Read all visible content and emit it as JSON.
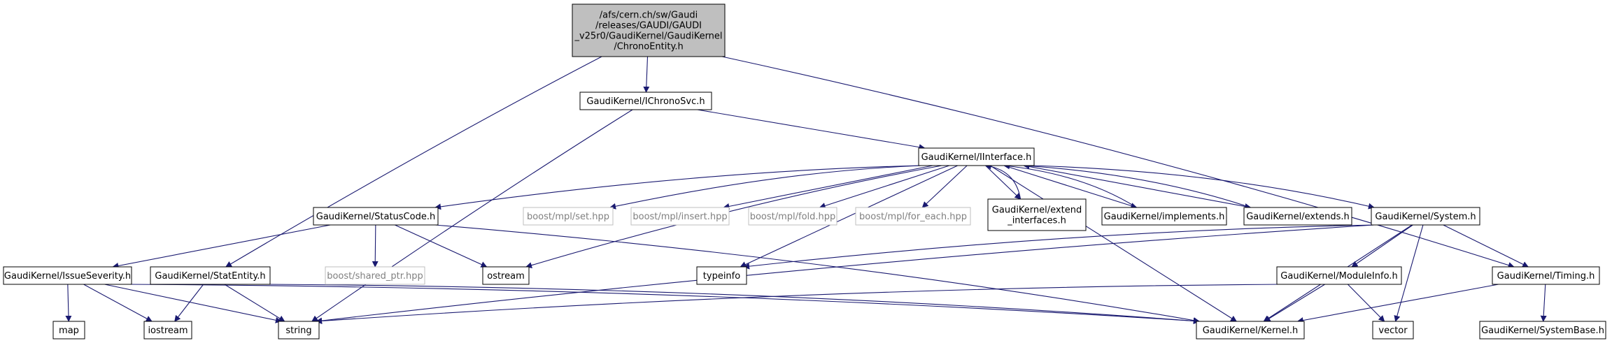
{
  "nodes": [
    {
      "id": "root",
      "lines": [
        "/afs/cern.ch/sw/Gaudi",
        "/releases/GAUDI/GAUDI",
        "_v25r0/GaudiKernel/GaudiKernel",
        "/ChronoEntity.h"
      ],
      "style": "root"
    },
    {
      "id": "ichronosvc",
      "lines": [
        "GaudiKernel/IChronoSvc.h"
      ],
      "style": "normal"
    },
    {
      "id": "iinterface",
      "lines": [
        "GaudiKernel/IInterface.h"
      ],
      "style": "normal"
    },
    {
      "id": "statuscode",
      "lines": [
        "GaudiKernel/StatusCode.h"
      ],
      "style": "normal"
    },
    {
      "id": "mplset",
      "lines": [
        "boost/mpl/set.hpp"
      ],
      "style": "external"
    },
    {
      "id": "mplinsert",
      "lines": [
        "boost/mpl/insert.hpp"
      ],
      "style": "external"
    },
    {
      "id": "mplfold",
      "lines": [
        "boost/mpl/fold.hpp"
      ],
      "style": "external"
    },
    {
      "id": "mplforeach",
      "lines": [
        "boost/mpl/for_each.hpp"
      ],
      "style": "external"
    },
    {
      "id": "extendinterfaces",
      "lines": [
        "GaudiKernel/extend",
        "_interfaces.h"
      ],
      "style": "normal"
    },
    {
      "id": "implements",
      "lines": [
        "GaudiKernel/implements.h"
      ],
      "style": "normal"
    },
    {
      "id": "extends",
      "lines": [
        "GaudiKernel/extends.h"
      ],
      "style": "normal"
    },
    {
      "id": "system",
      "lines": [
        "GaudiKernel/System.h"
      ],
      "style": "normal"
    },
    {
      "id": "issueseverity",
      "lines": [
        "GaudiKernel/IssueSeverity.h"
      ],
      "style": "normal"
    },
    {
      "id": "statentity",
      "lines": [
        "GaudiKernel/StatEntity.h"
      ],
      "style": "normal"
    },
    {
      "id": "sharedptr",
      "lines": [
        "boost/shared_ptr.hpp"
      ],
      "style": "external"
    },
    {
      "id": "ostream",
      "lines": [
        "ostream"
      ],
      "style": "normal"
    },
    {
      "id": "typeinfo",
      "lines": [
        "typeinfo"
      ],
      "style": "normal"
    },
    {
      "id": "moduleinfo",
      "lines": [
        "GaudiKernel/ModuleInfo.h"
      ],
      "style": "normal"
    },
    {
      "id": "timing",
      "lines": [
        "GaudiKernel/Timing.h"
      ],
      "style": "normal"
    },
    {
      "id": "map",
      "lines": [
        "map"
      ],
      "style": "normal"
    },
    {
      "id": "iostream",
      "lines": [
        "iostream"
      ],
      "style": "normal"
    },
    {
      "id": "string",
      "lines": [
        "string"
      ],
      "style": "normal"
    },
    {
      "id": "kernel",
      "lines": [
        "GaudiKernel/Kernel.h"
      ],
      "style": "normal"
    },
    {
      "id": "vector",
      "lines": [
        "vector"
      ],
      "style": "normal"
    },
    {
      "id": "systembase",
      "lines": [
        "GaudiKernel/SystemBase.h"
      ],
      "style": "normal"
    }
  ],
  "edges": [
    [
      "root",
      "ichronosvc"
    ],
    [
      "root",
      "statentity"
    ],
    [
      "root",
      "timing"
    ],
    [
      "ichronosvc",
      "iinterface"
    ],
    [
      "ichronosvc",
      "string"
    ],
    [
      "iinterface",
      "statuscode"
    ],
    [
      "iinterface",
      "mplset"
    ],
    [
      "iinterface",
      "mplinsert"
    ],
    [
      "iinterface",
      "mplfold"
    ],
    [
      "iinterface",
      "mplforeach"
    ],
    [
      "iinterface",
      "extendinterfaces"
    ],
    [
      "iinterface",
      "implements"
    ],
    [
      "iinterface",
      "extends"
    ],
    [
      "iinterface",
      "system"
    ],
    [
      "iinterface",
      "ostream"
    ],
    [
      "iinterface",
      "typeinfo"
    ],
    [
      "iinterface",
      "kernel"
    ],
    [
      "extendinterfaces",
      "iinterface"
    ],
    [
      "implements",
      "iinterface"
    ],
    [
      "extends",
      "iinterface"
    ],
    [
      "statuscode",
      "issueseverity"
    ],
    [
      "statuscode",
      "sharedptr"
    ],
    [
      "statuscode",
      "ostream"
    ],
    [
      "statuscode",
      "kernel"
    ],
    [
      "issueseverity",
      "map"
    ],
    [
      "issueseverity",
      "iostream"
    ],
    [
      "issueseverity",
      "string"
    ],
    [
      "issueseverity",
      "kernel"
    ],
    [
      "statentity",
      "iostream"
    ],
    [
      "statentity",
      "string"
    ],
    [
      "statentity",
      "kernel"
    ],
    [
      "system",
      "typeinfo"
    ],
    [
      "system",
      "moduleinfo"
    ],
    [
      "system",
      "string"
    ],
    [
      "system",
      "kernel"
    ],
    [
      "system",
      "vector"
    ],
    [
      "system",
      "timing"
    ],
    [
      "moduleinfo",
      "string"
    ],
    [
      "moduleinfo",
      "kernel"
    ],
    [
      "moduleinfo",
      "vector"
    ],
    [
      "timing",
      "kernel"
    ],
    [
      "timing",
      "systembase"
    ]
  ],
  "colors": {
    "edge": "#191970",
    "root_fill": "#bfbfbf",
    "node_border": "#000000",
    "external_border": "#bfbfbf",
    "external_text": "#808080"
  }
}
